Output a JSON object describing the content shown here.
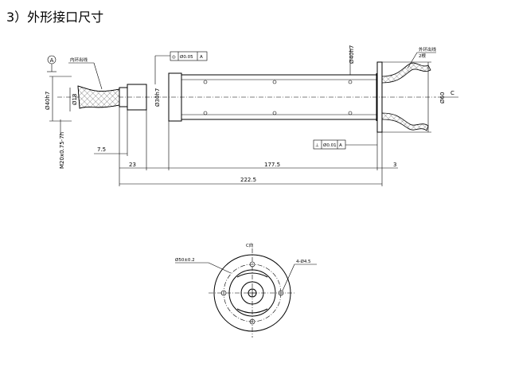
{
  "heading": "3）外形接口尺寸",
  "side_view": {
    "datum_a": "A",
    "inner_cable": "内环出线",
    "outer_cable": "外环出线",
    "outer_cable_count": "2根",
    "coaxiality": {
      "symbol": "◎",
      "value": "Ø0.05",
      "datum": "A"
    },
    "perpendicularity": {
      "symbol": "⊥",
      "value": "Ø0.01",
      "datum": "A"
    },
    "d_shaft": "Ø40h7",
    "d_inner": "Ø18",
    "d_sleeve": "Ø30h7",
    "d_body": "Ø40h7",
    "d_flange": "Ø60",
    "thread": "M20x0.75-7h",
    "view_label": "C",
    "dim_7_5": "7.5",
    "dim_23": "23",
    "dim_177_5": "177.5",
    "dim_3": "3",
    "dim_222_5": "222.5"
  },
  "end_view": {
    "title": "C向",
    "pcd": "Ø50±0.2",
    "holes": "4-Ø4.5"
  }
}
